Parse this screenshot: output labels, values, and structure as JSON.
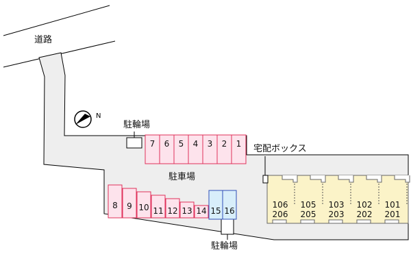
{
  "labels": {
    "road": "道路",
    "bicycle_parking_top": "駐輪場",
    "bicycle_parking_bottom": "駐輪場",
    "parking_lot": "駐車場",
    "delivery_box": "宅配ボックス"
  },
  "parking_top": [
    "7",
    "6",
    "5",
    "4",
    "3",
    "2",
    "1"
  ],
  "parking_bottom": [
    "8",
    "9",
    "10",
    "11",
    "12",
    "13",
    "14",
    "15",
    "16"
  ],
  "units": [
    {
      "upper": "106",
      "lower": "206"
    },
    {
      "upper": "105",
      "lower": "205"
    },
    {
      "upper": "103",
      "lower": "203"
    },
    {
      "upper": "102",
      "lower": "202"
    },
    {
      "upper": "101",
      "lower": "201"
    }
  ],
  "colors": {
    "slot_pink_fill": "#fde3ec",
    "slot_pink_border": "#e0305a",
    "slot_blue_fill": "#d8eefa",
    "slot_blue_border": "#2e4fb8",
    "lot_fill": "#eeeeee",
    "building_fill": "#fbf3c8"
  },
  "icons": {
    "north_arrow": "compass-north-icon"
  }
}
